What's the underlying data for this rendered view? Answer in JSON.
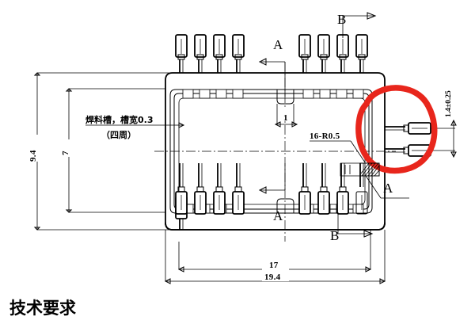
{
  "document": {
    "kind": "engineering-drawing",
    "title_cn": "技术要求",
    "background_color": "#ffffff",
    "line_color": "#000000",
    "annotation_color": "#e8261c"
  },
  "dimensions": {
    "overall_height": "9.4",
    "inner_height": "7",
    "body_width": "17",
    "overall_width": "19.4",
    "pin_pitch_detail": "1",
    "pin_thickness": "1.4±0.25"
  },
  "notes": {
    "solder_groove_line1": "焊料槽，槽宽0.3",
    "solder_groove_line2": "（四周）",
    "corner_radius": "16-R0.5"
  },
  "section_marks": {
    "a_top": "A",
    "a_bottom": "A",
    "a_right": "A",
    "b_top": "B",
    "b_bottom": "B"
  },
  "annotation": {
    "shape": "hand-drawn-red-ellipse",
    "target": "right-side-horizontal-pins",
    "color": "#e8261c"
  },
  "leads": {
    "top_left_group_count": 4,
    "top_right_group_count": 4,
    "bottom_left_group_count": 4,
    "bottom_right_group_count": 4,
    "right_side_count": 2
  }
}
